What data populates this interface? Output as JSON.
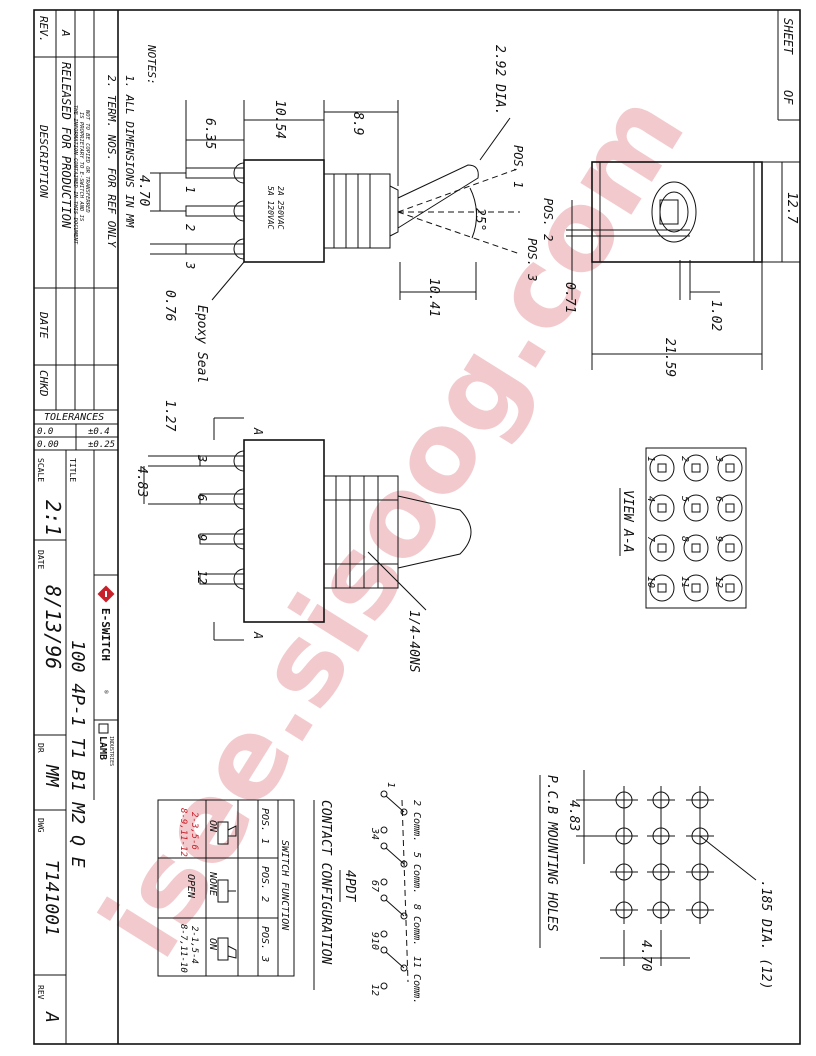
{
  "watermark": "isee.sisoog.com",
  "colors": {
    "line": "#111111",
    "watermark": "#c8202a",
    "brand_red": "#c8202a"
  },
  "sheet_corner": {
    "sheet_label": "SHEET",
    "of_label": "OF"
  },
  "revision_block": {
    "rev_label": "REV.",
    "rev_value": "A",
    "description_header": "DESCRIPTION",
    "description_value": "RELEASED FOR PRODUCTION",
    "date_header": "DATE",
    "chkd_header": "CHKD"
  },
  "disclaimer": [
    "THE INFORMATION CONTAINED IN THIS DOCUMENT",
    "IS PROPRIETARY TO E-SWITCH AND IS",
    "NOT TO BE COPIED OR TRANSFERRED"
  ],
  "tolerances": {
    "header": "TOLERANCES",
    "rows": [
      [
        "0.0",
        "±0.4"
      ],
      [
        "0.00",
        "±0.25"
      ]
    ]
  },
  "title_block": {
    "title_label": "TITLE",
    "title_value": "100 4P-1 T1 B1 M2 Q E",
    "scale_label": "SCALE",
    "scale_value": "2:1",
    "date_label": "DATE",
    "date_value": "8/13/96",
    "dr_label": "DR",
    "dr_value": "MM",
    "dwg_label": "DWG",
    "dwg_value": "T141001",
    "rev_label": "REV",
    "rev_value": "A",
    "brand": "E-SWITCH",
    "brand_reg": "®",
    "lamb_brand": "LAMB",
    "lamb_sub": "INDUSTRIES"
  },
  "notes": {
    "header": "NOTES:",
    "items": [
      "1. ALL DIMENSIONS IN MM",
      "2. TERM. NOS. FOR REF ONLY"
    ]
  },
  "side_view": {
    "dims": [
      "8.9",
      "10.54",
      "6.35",
      "4.70",
      "0.76",
      "10.41",
      "2.92 DIA."
    ],
    "positions": [
      "POS. 1",
      "POS. 2",
      "POS. 3"
    ],
    "angle": "25°",
    "terminals": [
      "1",
      "2",
      "3"
    ],
    "rating_lines": [
      "2A 250VAC",
      "5A 120VAC"
    ],
    "epoxy": "Epoxy Seal"
  },
  "top_view": {
    "dims": [
      "12.7",
      "0.71",
      "1.02",
      "21.59"
    ]
  },
  "front_view": {
    "dims": [
      "1.27",
      "4.83"
    ],
    "terminals": [
      "3",
      "6",
      "9",
      "12"
    ],
    "section_marks": [
      "A",
      "A"
    ],
    "thread": "1/4-40NS"
  },
  "view_aa": {
    "label": "VIEW A-A",
    "rows": [
      [
        "1",
        "4",
        "7",
        "10"
      ],
      [
        "2",
        "5",
        "8",
        "11"
      ],
      [
        "3",
        "6",
        "9",
        "12"
      ]
    ]
  },
  "pcb": {
    "label": "P.C.B MOUNTING HOLES",
    "hole_callout": ".185 DIA. (12)",
    "dims": [
      "4.83",
      "4.70"
    ]
  },
  "contact_config": {
    "label": "CONTACT CONFIGURATION",
    "type": "4PDT",
    "comm_labels": [
      "2 Comm.",
      "5 Comm.",
      "8 Comm.",
      "11 Comm."
    ],
    "top_terminals": [
      "1",
      "3",
      "4",
      "6",
      "7",
      "9",
      "10",
      "12"
    ]
  },
  "switch_function": {
    "header": "SWITCH FUNCTION",
    "columns": [
      "POS. 1",
      "POS. 2",
      "POS. 3"
    ],
    "states": [
      "ON",
      "NONE",
      "ON"
    ],
    "connections": [
      [
        "2-3,5-6",
        "8-9,11-12"
      ],
      [
        "OPEN"
      ],
      [
        "2-1,5-4",
        "8-7,11-10"
      ]
    ]
  }
}
